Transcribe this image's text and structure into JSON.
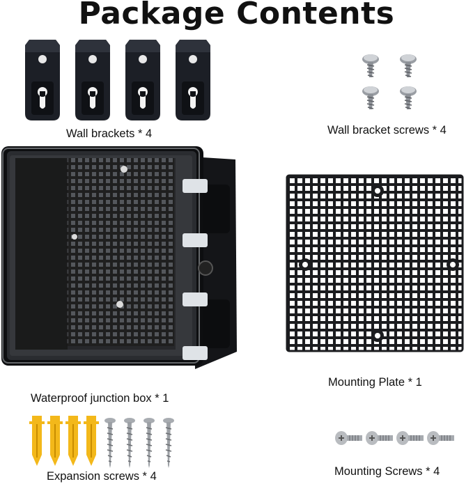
{
  "title": "Package Contents",
  "items": [
    {
      "label": "Wall brackets * 4"
    },
    {
      "label": "Wall bracket screws * 4"
    },
    {
      "label": "Waterproof junction box * 1"
    },
    {
      "label": "Mounting Plate * 1"
    },
    {
      "label": "Expansion screws * 4"
    },
    {
      "label": "Mounting Screws * 4"
    }
  ]
}
